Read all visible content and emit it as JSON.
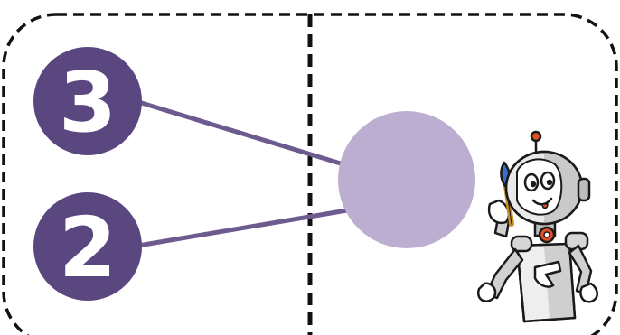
{
  "diagram": {
    "nodes": [
      {
        "label": "3",
        "color": "#5b4780"
      },
      {
        "label": "2",
        "color": "#5b4780"
      }
    ],
    "target": {
      "label": "",
      "color": "#bcaed1"
    },
    "connector_color": "#6d5a8e",
    "border_style": "dashed",
    "mascot": {
      "icon": "robot-mascot-icon",
      "holding": "paintbrush-icon"
    }
  }
}
